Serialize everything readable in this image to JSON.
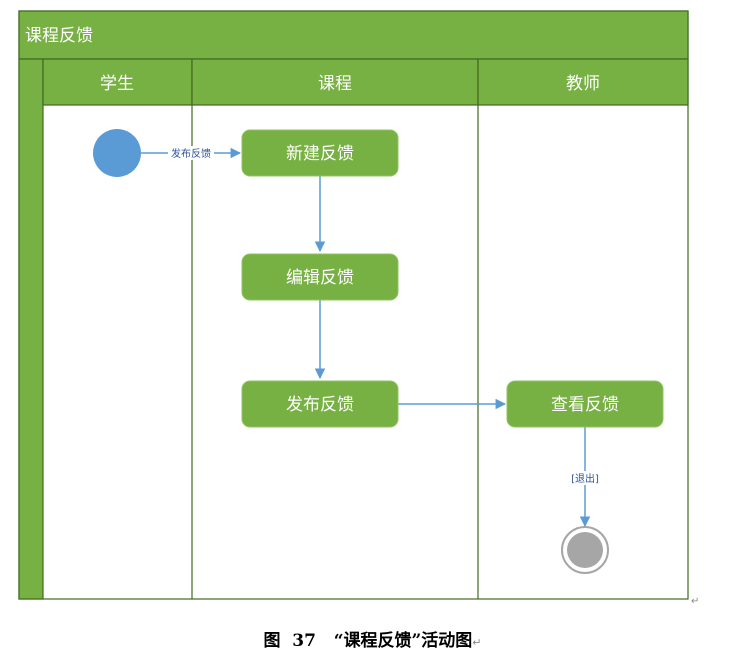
{
  "pool": {
    "title": "课程反馈"
  },
  "lanes": [
    {
      "id": "student",
      "label": "学生"
    },
    {
      "id": "course",
      "label": "课程"
    },
    {
      "id": "teacher",
      "label": "教师"
    }
  ],
  "nodes": [
    {
      "id": "start",
      "type": "initial"
    },
    {
      "id": "new_feedback",
      "type": "action",
      "label": "新建反馈"
    },
    {
      "id": "edit_feedback",
      "type": "action",
      "label": "编辑反馈"
    },
    {
      "id": "publish_feedback",
      "type": "action",
      "label": "发布反馈"
    },
    {
      "id": "view_feedback",
      "type": "action",
      "label": "查看反馈"
    },
    {
      "id": "end",
      "type": "final"
    }
  ],
  "edges": [
    {
      "from": "start",
      "to": "new_feedback",
      "label": "发布反馈"
    },
    {
      "from": "new_feedback",
      "to": "edit_feedback",
      "label": ""
    },
    {
      "from": "edit_feedback",
      "to": "publish_feedback",
      "label": ""
    },
    {
      "from": "publish_feedback",
      "to": "view_feedback",
      "label": ""
    },
    {
      "from": "view_feedback",
      "to": "end",
      "label": "[退出]"
    }
  ],
  "caption": {
    "number": "图  37",
    "title": "“课程反馈”活动图"
  },
  "colors": {
    "lane_fill": "#77b043",
    "border": "#3f6b22",
    "initial": "#5b9bd5",
    "final_inner": "#a6a6a6",
    "arrow": "#5b9bd5",
    "text_light": "#ffffff"
  }
}
